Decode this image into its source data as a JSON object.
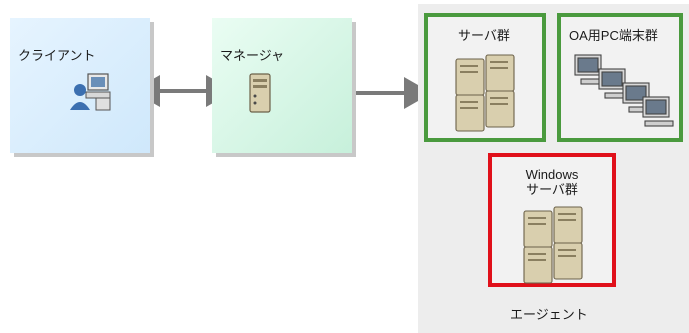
{
  "client": {
    "label": "クライアント",
    "icon": "user-computer-icon"
  },
  "manager": {
    "label": "マネージャ",
    "icon": "server-tower-icon"
  },
  "agent_area": {
    "label": "エージェント"
  },
  "server_group": {
    "label": "サーバ群",
    "icon": "server-cluster-icon"
  },
  "oapc_group": {
    "label": "OA用PC端末群",
    "icon": "pc-cluster-icon"
  },
  "windows_group": {
    "label_line1": "Windows",
    "label_line2": "サーバ群",
    "icon": "server-cluster-icon"
  },
  "colors": {
    "client_fill": "#d6ecfc",
    "manager_fill": "#d3f5e3",
    "agent_fill": "#ededed",
    "green_border": "#4a9a3e",
    "red_border": "#e0101a",
    "arrow": "#7a7a7a"
  }
}
